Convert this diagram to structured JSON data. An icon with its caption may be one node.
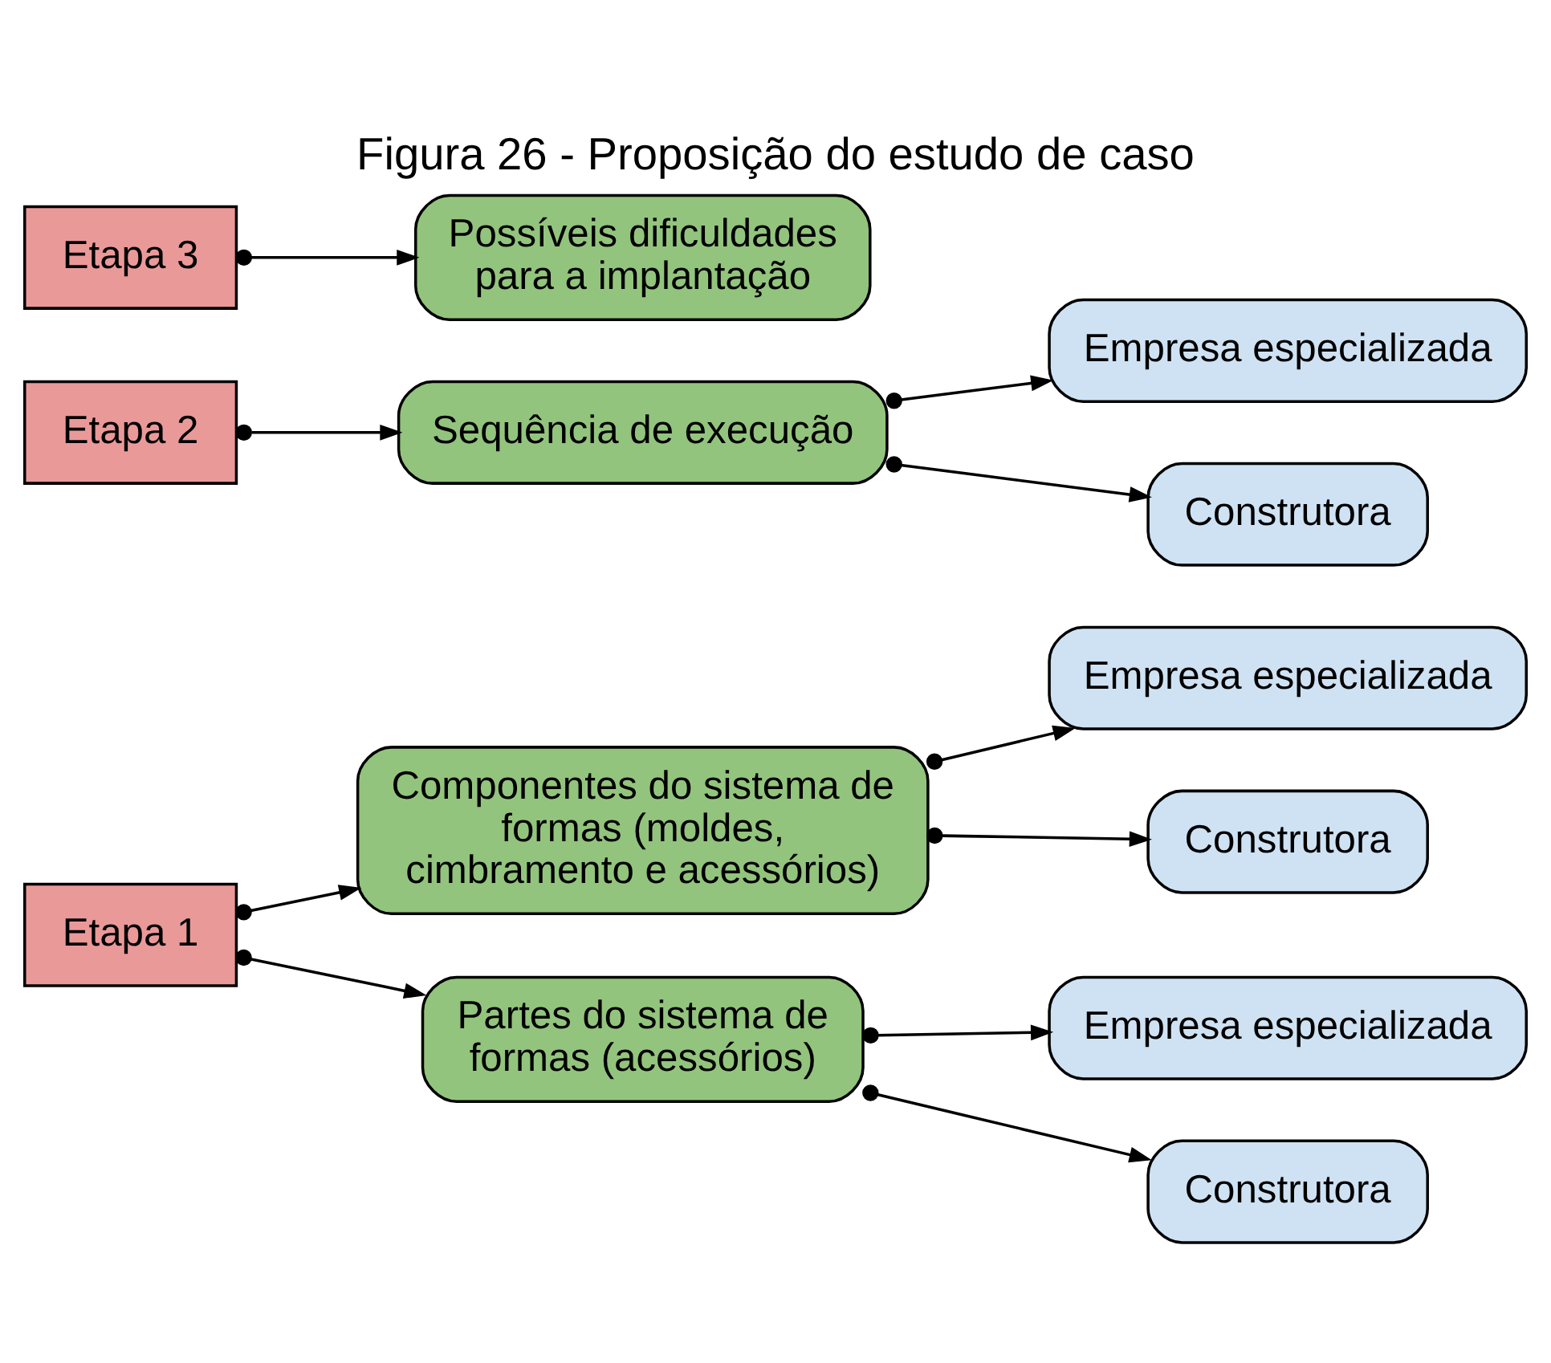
{
  "diagram": {
    "title": "Figura 26 - Proposição do estudo de caso",
    "nodes": [
      {
        "text": [
          "Etapa 1"
        ]
      },
      {
        "text": [
          "Componentes do sistema de formas (moldes, cimbramento e acessórios)"
        ]
      },
      {
        "text": [
          "Empresa especializada"
        ]
      },
      {
        "text": [
          "Construtora"
        ]
      },
      {
        "text": [
          "Partes do sistema de formas (acessórios)"
        ]
      },
      {
        "text": [
          "Empresa especializada"
        ]
      },
      {
        "text": [
          "Construtora"
        ]
      },
      {
        "text": [
          "Etapa 2"
        ]
      },
      {
        "text": [
          "Sequência de execução"
        ]
      },
      {
        "text": [
          "Empresa especializada"
        ]
      },
      {
        "text": [
          "Construtora"
        ]
      },
      {
        "text": [
          "Etapa 3"
        ]
      },
      {
        "text": [
          "Possíveis dificuldades para a implantação"
        ]
      }
    ],
    "edges": [
      {
        "from": 0,
        "to": 1,
        "arrow": "to"
      },
      {
        "from": 0,
        "to": 4,
        "arrow": "to"
      },
      {
        "from": 1,
        "to": 2,
        "arrow": "to"
      },
      {
        "from": 1,
        "to": 3,
        "arrow": "to"
      },
      {
        "from": 4,
        "to": 5,
        "arrow": "to"
      },
      {
        "from": 4,
        "to": 6,
        "arrow": "to"
      },
      {
        "from": 7,
        "to": 8,
        "arrow": "to"
      },
      {
        "from": 8,
        "to": 9,
        "arrow": "to"
      },
      {
        "from": 8,
        "to": 10,
        "arrow": "to"
      },
      {
        "from": 11,
        "to": 12,
        "arrow": "to"
      }
    ]
  }
}
